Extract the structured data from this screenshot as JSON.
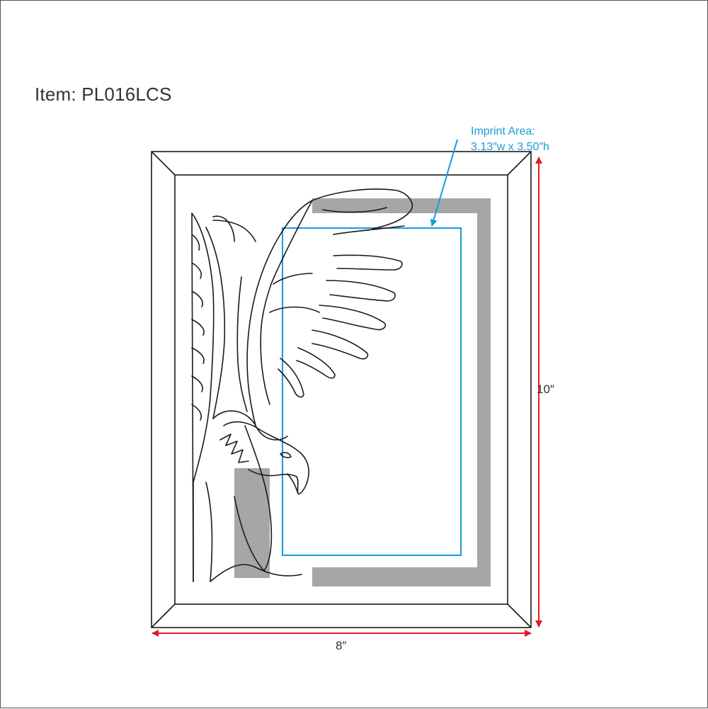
{
  "item": {
    "label": "Item: PL016LCS"
  },
  "imprint": {
    "line1": "Imprint Area:",
    "line2": "3.13″w x 3.50″h"
  },
  "dimensions": {
    "height": "10″",
    "width": "8″"
  },
  "colors": {
    "imprint": "#1a9bd7",
    "dimension": "#e01b24",
    "plate": "#a6a6a6",
    "outline": "#1a1a1a"
  }
}
